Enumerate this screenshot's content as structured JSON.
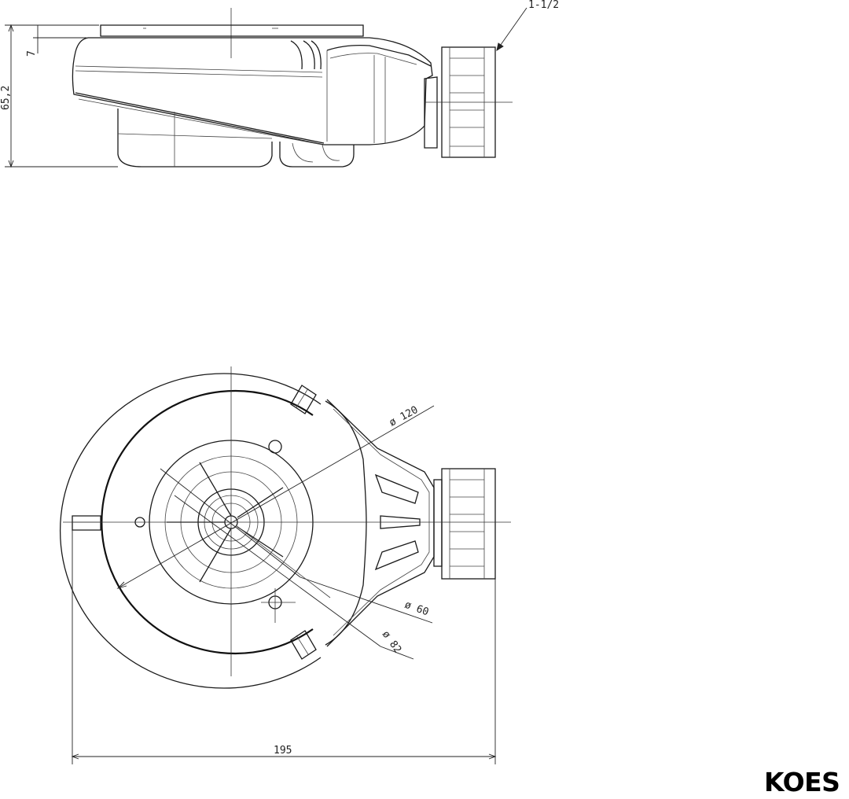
{
  "dimensions": {
    "height_total": "65,2",
    "height_top": "7",
    "thread": "1-1/2",
    "dia_outer": "ø 120",
    "dia_mid": "ø 60",
    "dia_inner": "ø 82",
    "width_total": "195"
  },
  "brand": {
    "name": "KOES"
  }
}
